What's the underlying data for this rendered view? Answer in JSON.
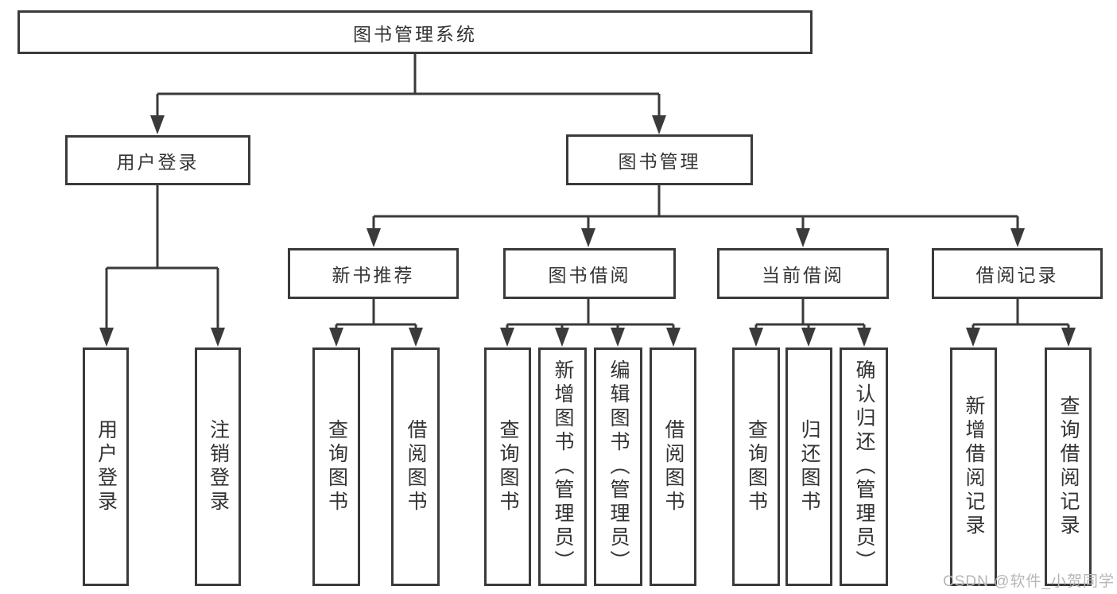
{
  "tree": {
    "root": "图书管理系统",
    "user_login": {
      "label": "用户登录",
      "children": [
        "用户登录",
        "注销登录"
      ]
    },
    "book_mgmt": {
      "label": "图书管理",
      "modules": [
        {
          "label": "新书推荐",
          "children": [
            "查询图书",
            "借阅图书"
          ]
        },
        {
          "label": "图书借阅",
          "children": [
            "查询图书",
            "新增图书（管理员）",
            "编辑图书（管理员）",
            "借阅图书"
          ]
        },
        {
          "label": "当前借阅",
          "children": [
            "查询图书",
            "归还图书",
            "确认归还（管理员）"
          ]
        },
        {
          "label": "借阅记录",
          "children": [
            "新增借阅记录",
            "查询借阅记录"
          ]
        }
      ]
    }
  },
  "watermark": "CSDN @软件_小贺同学",
  "colors": {
    "line": "#3a3a3a",
    "text": "#333333",
    "box_background": "#ffffff",
    "watermark": "#b6b6b6",
    "page_background": "#ffffff"
  }
}
